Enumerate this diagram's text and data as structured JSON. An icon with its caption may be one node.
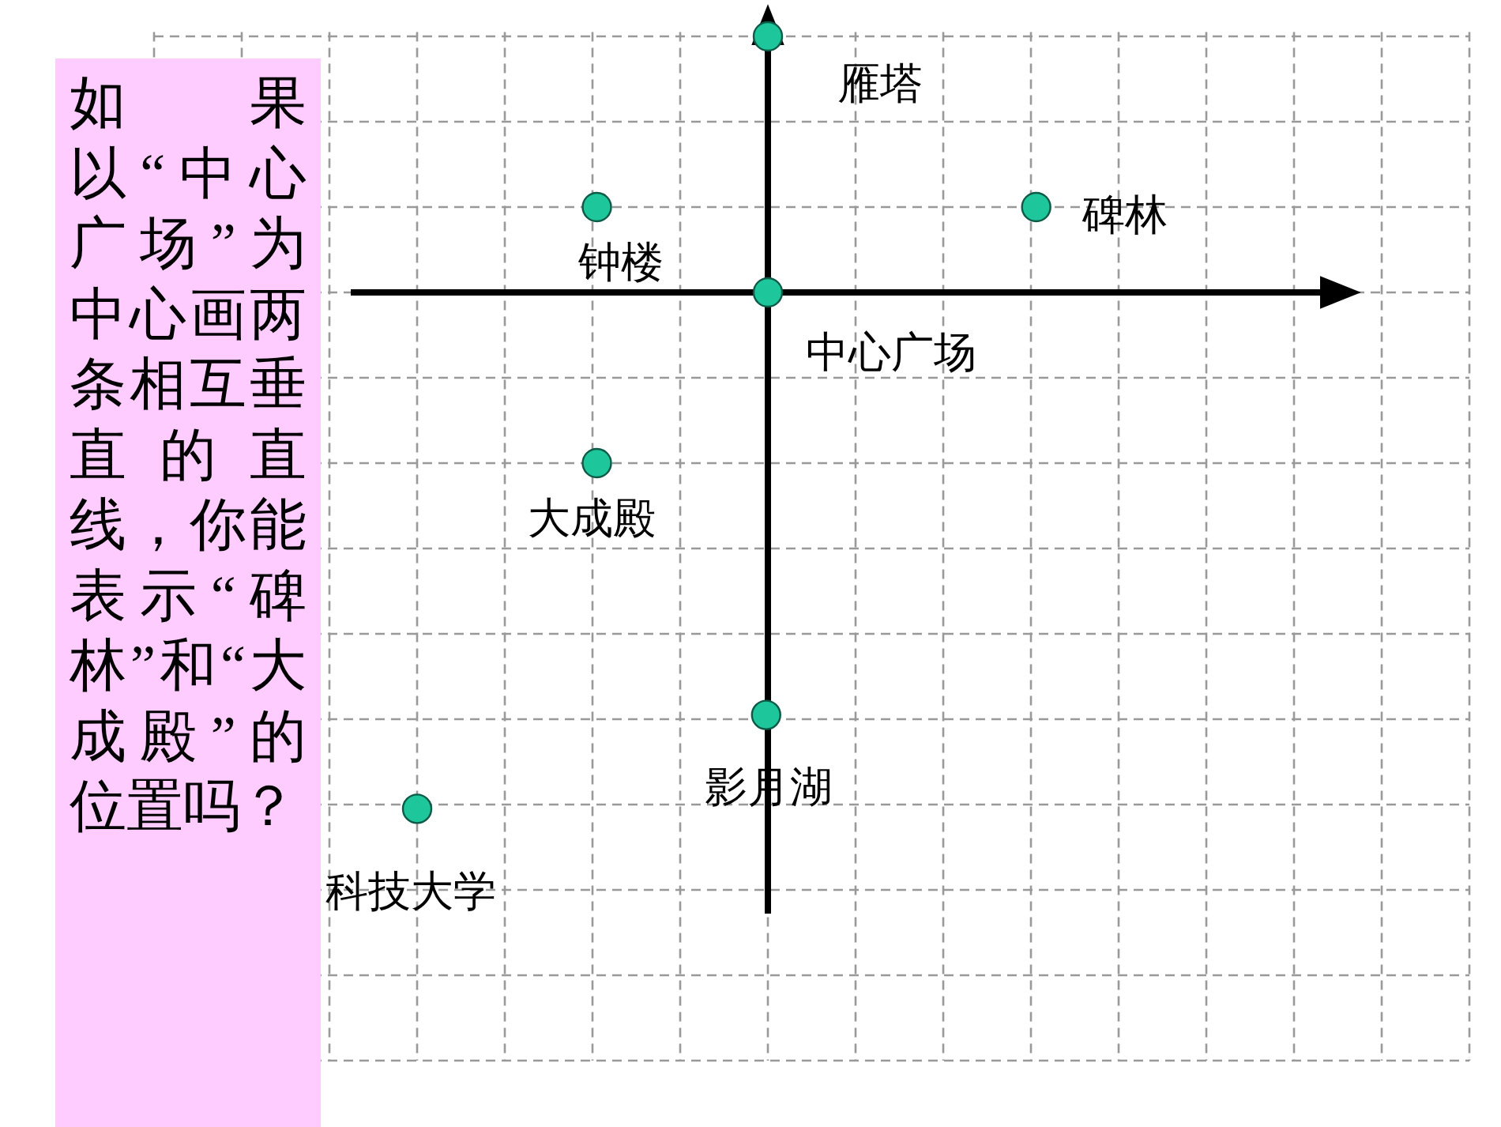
{
  "diagram": {
    "nodes": [
      {
        "text": [
          "如果以“中心广场”为中心画两条相互垂直的直线，你能表示“碑林”和“大成殿”的位置吗？"
        ]
      }
    ],
    "labels": [
      "雁塔",
      "碑林",
      "钟楼",
      "中心广场",
      "大成殿",
      "影月湖",
      "科技大学"
    ]
  }
}
